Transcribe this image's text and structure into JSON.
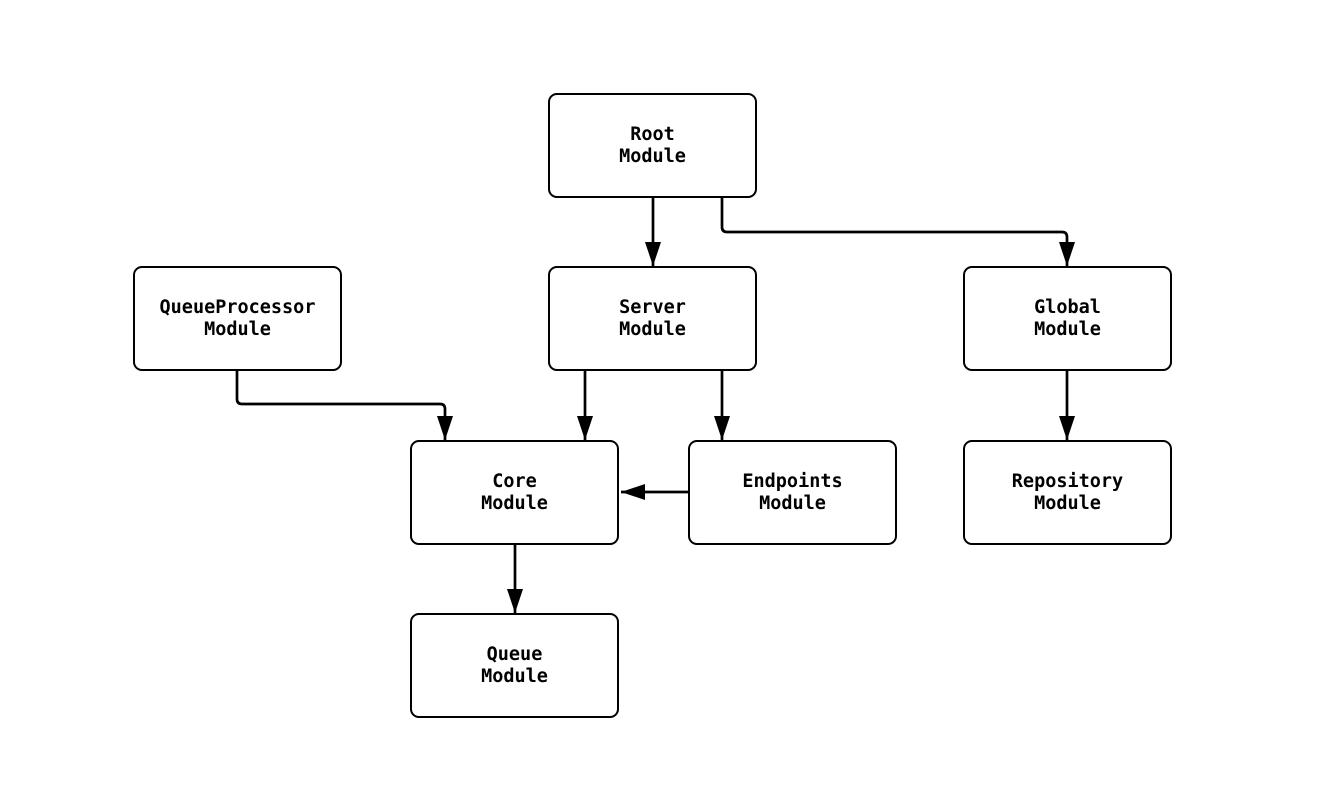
{
  "diagram": {
    "type": "flowchart",
    "colors": {
      "background": "#ffffff",
      "node_fill": "#ffffff",
      "stroke": "#000000",
      "text": "#000000"
    },
    "nodes": [
      {
        "id": "root",
        "line1": "Root",
        "line2": "Module"
      },
      {
        "id": "queueprocessor",
        "line1": "QueueProcessor",
        "line2": "Module"
      },
      {
        "id": "server",
        "line1": "Server",
        "line2": "Module"
      },
      {
        "id": "global",
        "line1": "Global",
        "line2": "Module"
      },
      {
        "id": "core",
        "line1": "Core",
        "line2": "Module"
      },
      {
        "id": "endpoints",
        "line1": "Endpoints",
        "line2": "Module"
      },
      {
        "id": "repository",
        "line1": "Repository",
        "line2": "Module"
      },
      {
        "id": "queue",
        "line1": "Queue",
        "line2": "Module"
      }
    ],
    "edges": [
      {
        "from": "root",
        "to": "server",
        "style": "arrow"
      },
      {
        "from": "root",
        "to": "global",
        "style": "arrow"
      },
      {
        "from": "queueprocessor",
        "to": "core",
        "style": "arrow"
      },
      {
        "from": "server",
        "to": "core",
        "style": "arrow"
      },
      {
        "from": "server",
        "to": "endpoints",
        "style": "arrow"
      },
      {
        "from": "endpoints",
        "to": "core",
        "style": "arrow"
      },
      {
        "from": "global",
        "to": "repository",
        "style": "arrow"
      },
      {
        "from": "core",
        "to": "queue",
        "style": "arrow"
      }
    ]
  }
}
